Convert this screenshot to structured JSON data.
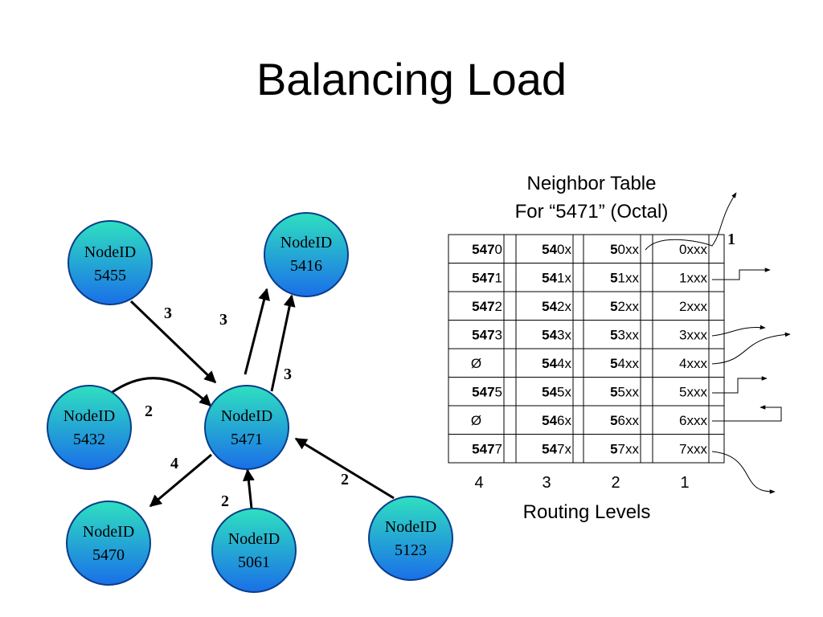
{
  "title": "Balancing Load",
  "nodes": [
    {
      "id": "n5455",
      "label": "NodeID",
      "value": "5455"
    },
    {
      "id": "n5416",
      "label": "NodeID",
      "value": "5416"
    },
    {
      "id": "n5432",
      "label": "NodeID",
      "value": "5432"
    },
    {
      "id": "n5471",
      "label": "NodeID",
      "value": "5471"
    },
    {
      "id": "n5470",
      "label": "NodeID",
      "value": "5470"
    },
    {
      "id": "n5061",
      "label": "NodeID",
      "value": "5061"
    },
    {
      "id": "n5123",
      "label": "NodeID",
      "value": "5123"
    }
  ],
  "edges": [
    {
      "from": "n5455",
      "to": "n5471",
      "label": "3"
    },
    {
      "from": "n5471",
      "to": "n5416",
      "label": "3",
      "route": "left"
    },
    {
      "from": "n5471",
      "to": "n5416",
      "label": "3",
      "route": "right"
    },
    {
      "from": "n5432",
      "to": "n5471",
      "label": "2"
    },
    {
      "from": "n5471",
      "to": "n5470",
      "label": "4"
    },
    {
      "from": "n5061",
      "to": "n5471",
      "label": "2"
    },
    {
      "from": "n5123",
      "to": "n5471",
      "label": "2"
    }
  ],
  "table": {
    "title_line1": "Neighbor Table",
    "title_line2": "For “5471” (Octal)",
    "columns": [
      "4",
      "3",
      "2",
      "1"
    ],
    "footer": "Routing Levels",
    "rows": [
      [
        [
          "547",
          "0"
        ],
        [
          "54",
          "0x"
        ],
        [
          "5",
          "0xx"
        ],
        [
          "",
          "0xxx"
        ]
      ],
      [
        [
          "547",
          "1"
        ],
        [
          "54",
          "1x"
        ],
        [
          "5",
          "1xx"
        ],
        [
          "",
          "1xxx"
        ]
      ],
      [
        [
          "547",
          "2"
        ],
        [
          "54",
          "2x"
        ],
        [
          "5",
          "2xx"
        ],
        [
          "",
          "2xxx"
        ]
      ],
      [
        [
          "547",
          "3"
        ],
        [
          "54",
          "3x"
        ],
        [
          "5",
          "3xx"
        ],
        [
          "",
          "3xxx"
        ]
      ],
      [
        [
          "",
          "Ø"
        ],
        [
          "54",
          "4x"
        ],
        [
          "5",
          "4xx"
        ],
        [
          "",
          "4xxx"
        ]
      ],
      [
        [
          "547",
          "5"
        ],
        [
          "54",
          "5x"
        ],
        [
          "5",
          "5xx"
        ],
        [
          "",
          "5xxx"
        ]
      ],
      [
        [
          "",
          "Ø"
        ],
        [
          "54",
          "6x"
        ],
        [
          "5",
          "6xx"
        ],
        [
          "",
          "6xxx"
        ]
      ],
      [
        [
          "547",
          "7"
        ],
        [
          "54",
          "7x"
        ],
        [
          "5",
          "7xx"
        ],
        [
          "",
          "7xxx"
        ]
      ]
    ],
    "pointer_label": "1"
  },
  "colors": {
    "node_top": "#2fe0c0",
    "node_bottom": "#1a6fe8",
    "node_border": "#0a3d8a"
  }
}
